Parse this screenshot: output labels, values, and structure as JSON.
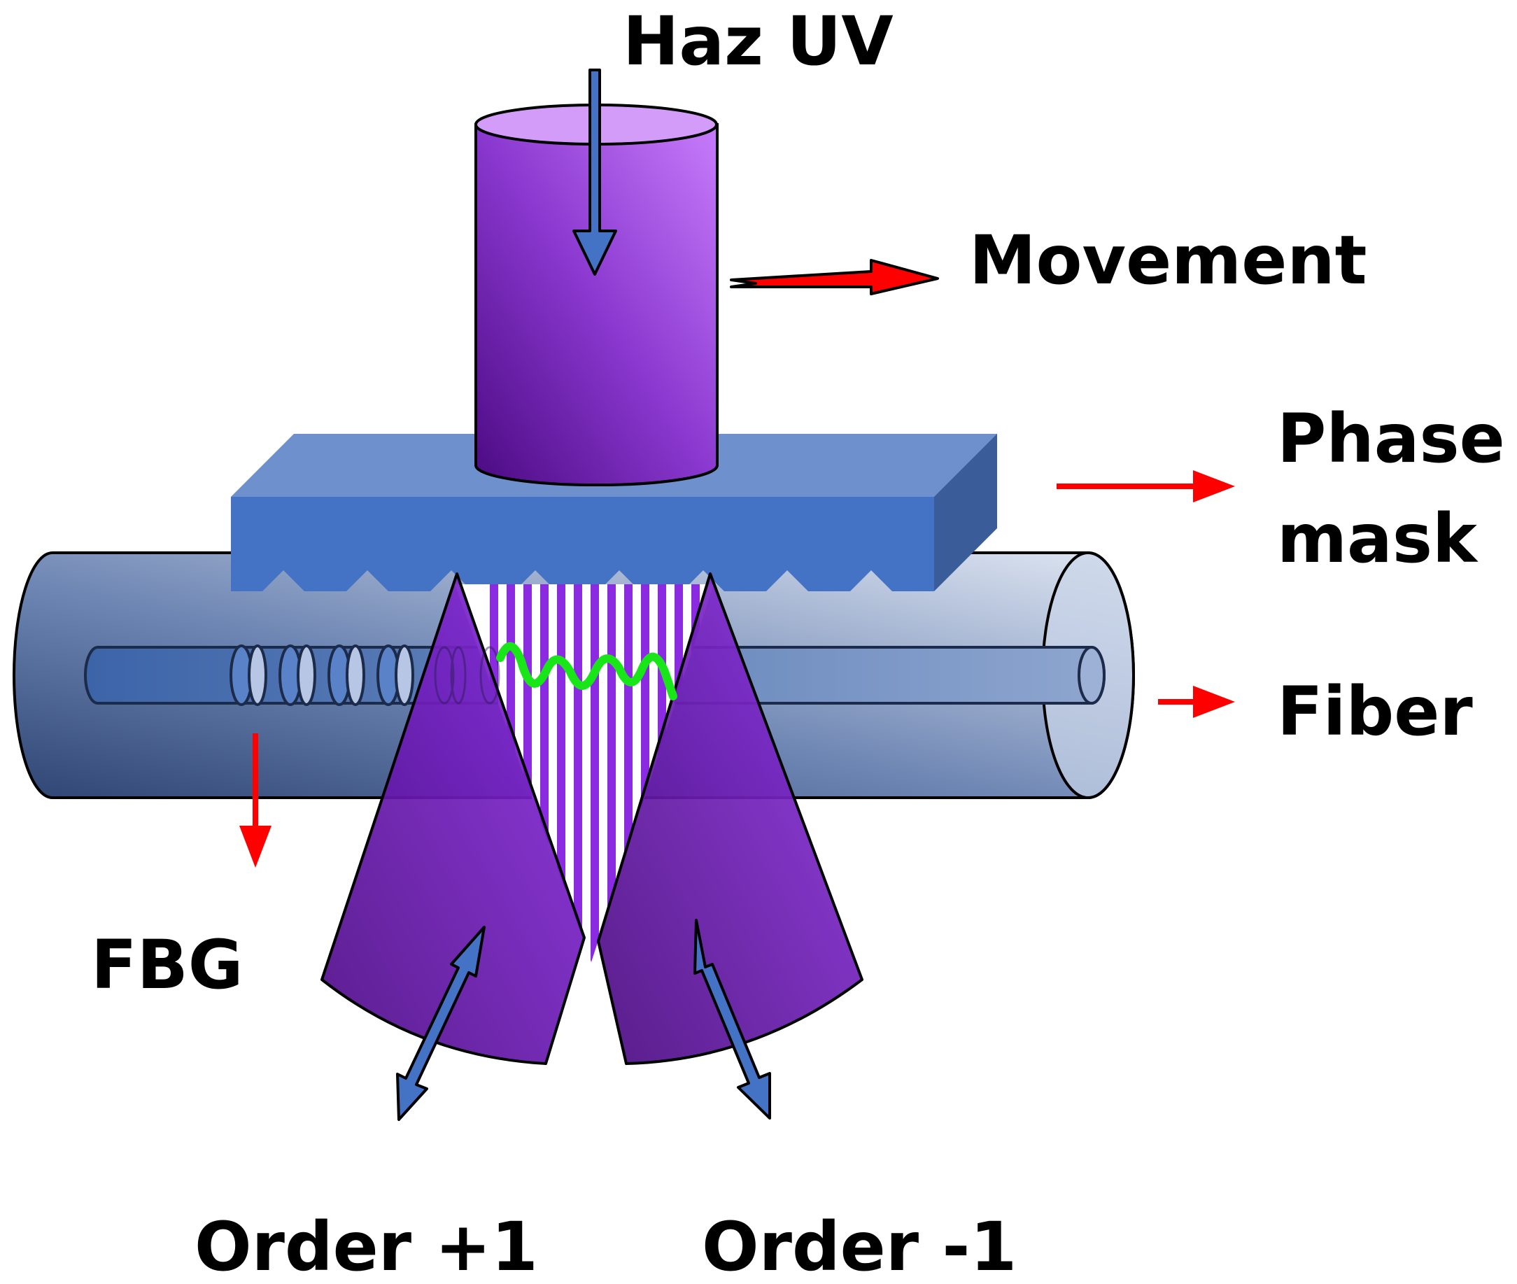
{
  "labels": {
    "haz_uv": "Haz UV",
    "movement": "Movement",
    "phase": "Phase",
    "mask": "mask",
    "fiber": "Fiber",
    "fbg": "FBG",
    "order_plus": "Order +1",
    "order_minus": "Order -1"
  },
  "colors": {
    "uv_purple": "#8a2be2",
    "beam_purple_dark": "#4d0a85",
    "mask_blue": "#4472c4",
    "fiber_blue": "#5a79a8",
    "arrow_blue": "#4472c4",
    "arrow_red": "#ff0000",
    "wave_green": "#19e619"
  }
}
